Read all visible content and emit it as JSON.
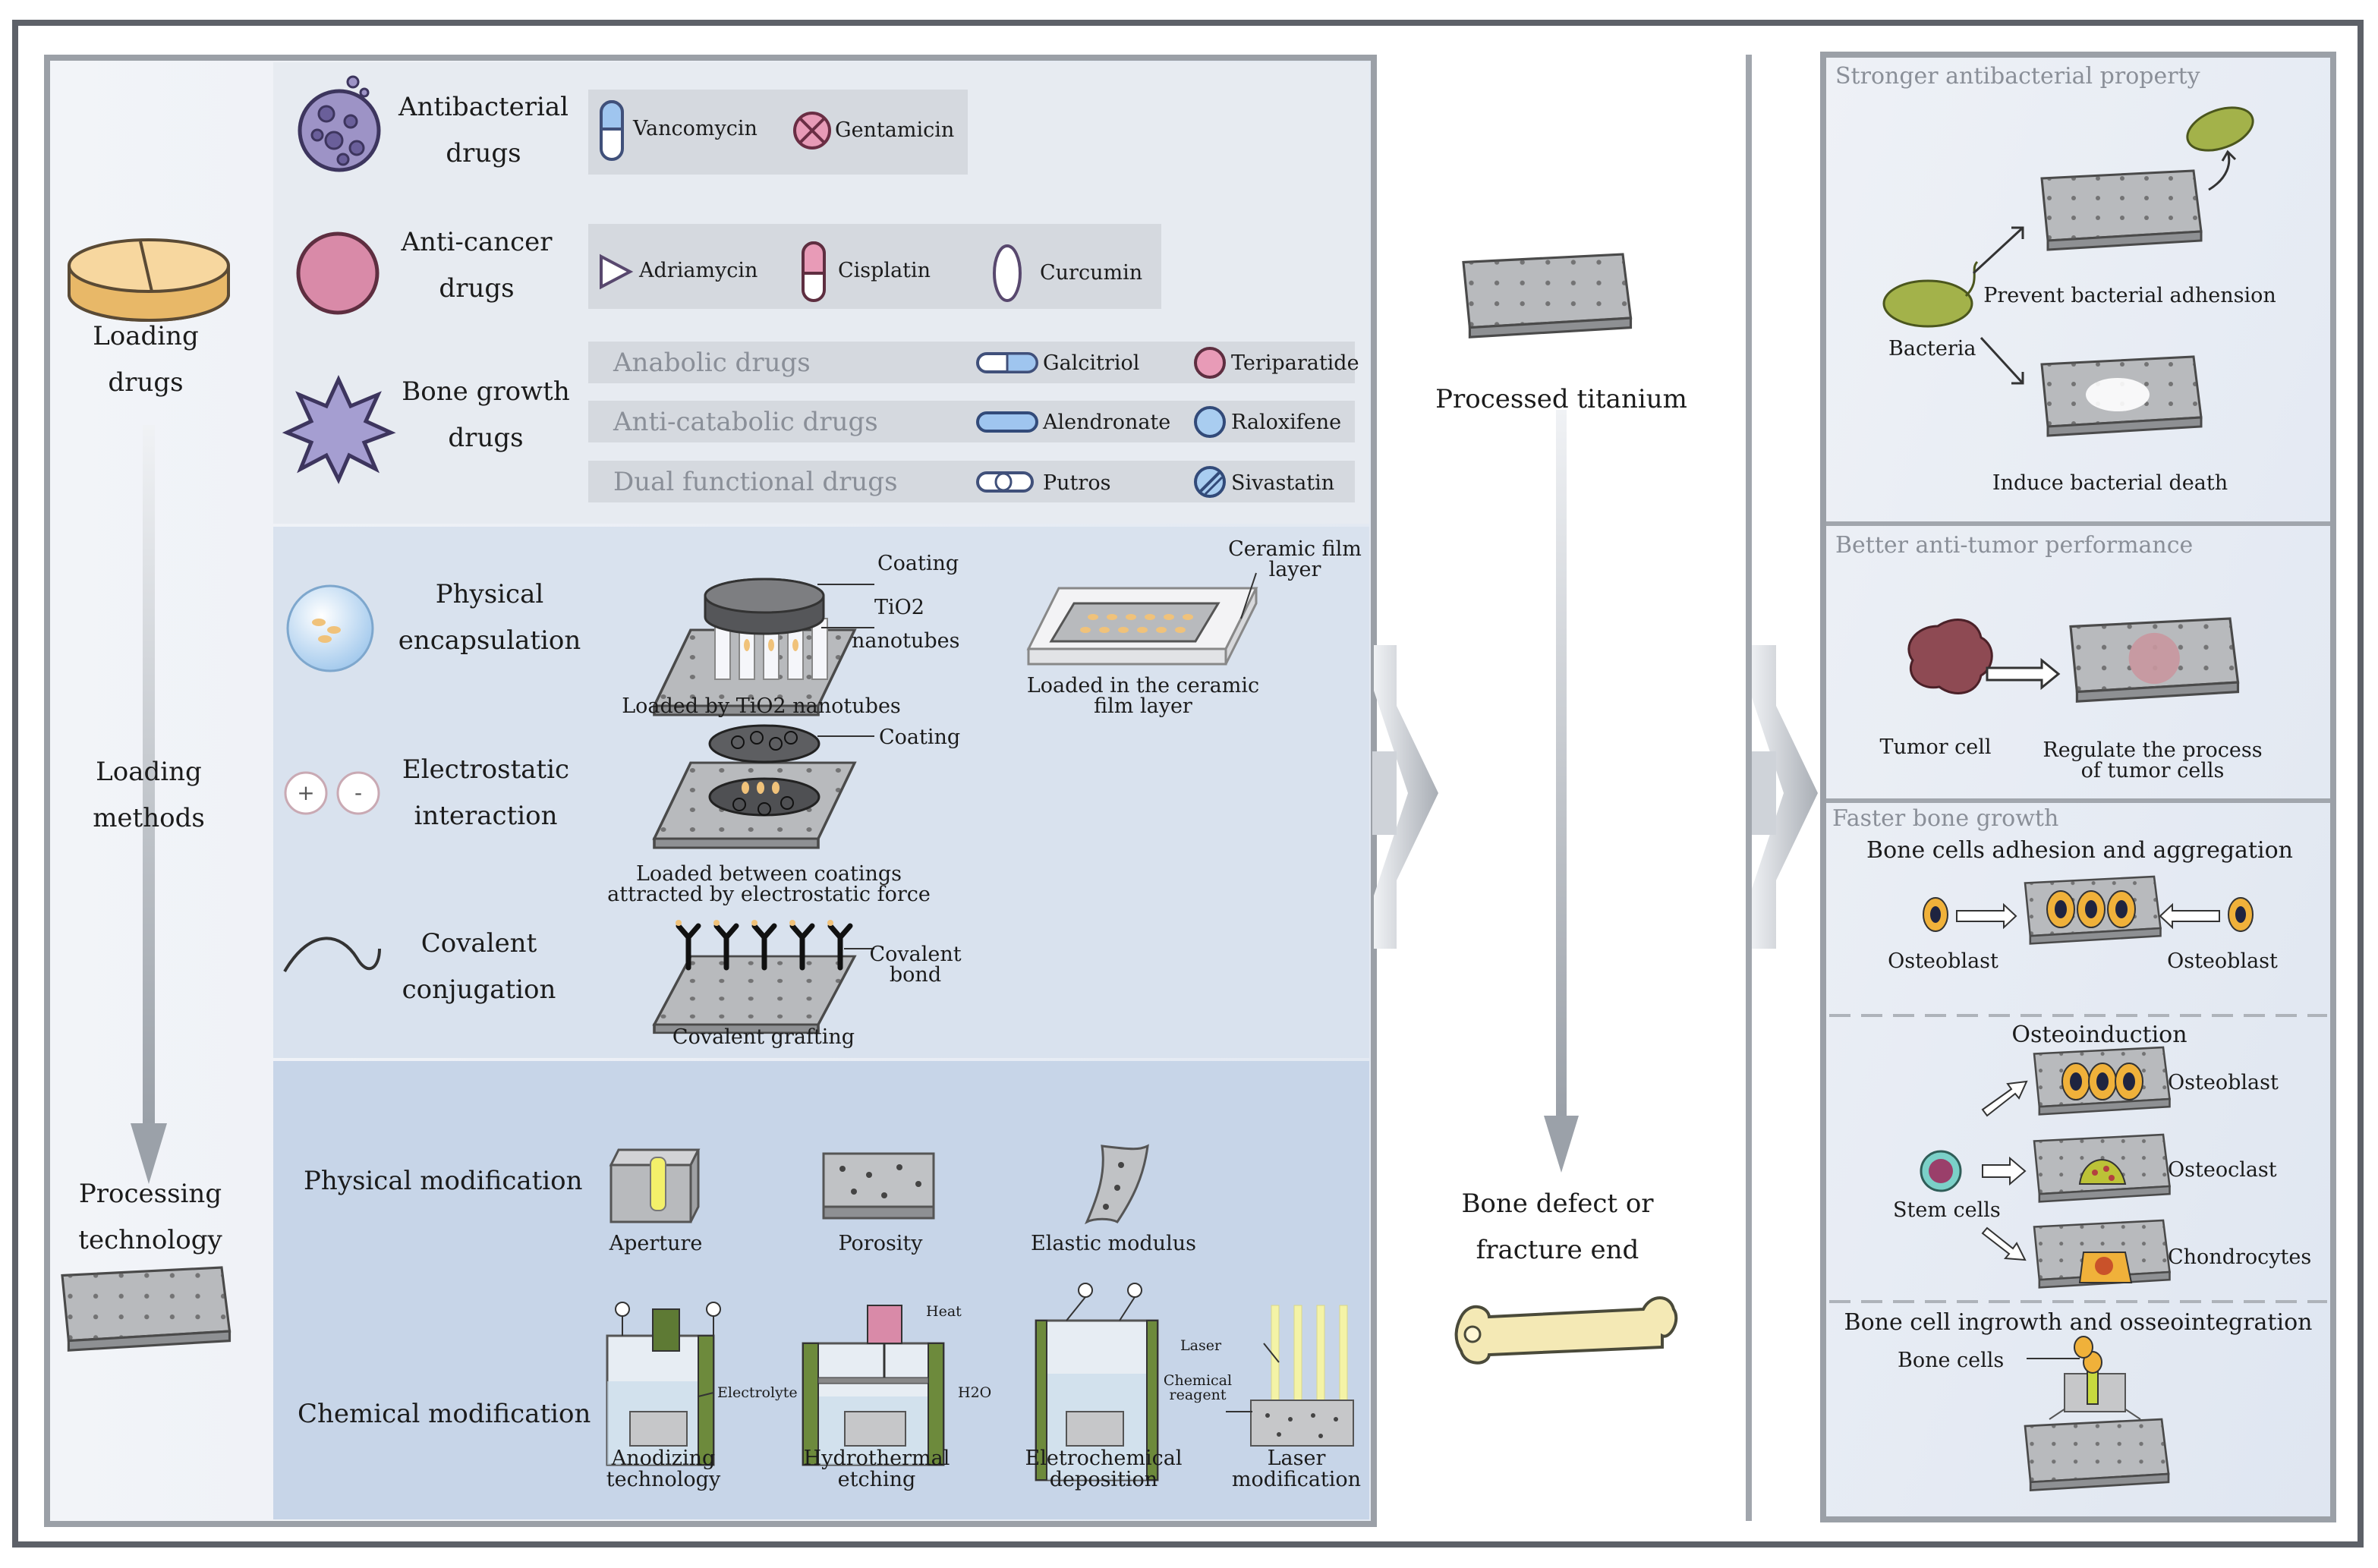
{
  "colors": {
    "frame": "#8f949b",
    "panel_light": "#e9edf3",
    "panel_mid": "#d9e2ee",
    "panel_dark": "#c6d4e8",
    "titanium": "#b7b9bc",
    "drug_purple": "#8c83b8",
    "drug_pink": "#d98aa8",
    "drug_blue": "#a9cdf0",
    "bacteria_green": "#a3b24a",
    "tumor_red": "#8e4a53",
    "cell_orange": "#e8a62a"
  },
  "left": {
    "loading_drugs": [
      "Loading",
      "drugs"
    ],
    "loading_methods": [
      "Loading",
      "methods"
    ],
    "processing_technology": [
      "Processing",
      "technology"
    ]
  },
  "drugs": {
    "antibacterial": {
      "label": [
        "Antibacterial",
        "drugs"
      ],
      "items": [
        "Vancomycin",
        "Gentamicin"
      ]
    },
    "anticancer": {
      "label": [
        "Anti-cancer",
        "drugs"
      ],
      "items": [
        "Adriamycin",
        "Cisplatin",
        "Curcumin"
      ]
    },
    "bone_growth": {
      "label": [
        "Bone growth",
        "drugs"
      ],
      "rows": [
        {
          "category": "Anabolic drugs",
          "drugs": [
            "Galcitriol",
            "Teriparatide"
          ]
        },
        {
          "category": "Anti-catabolic drugs",
          "drugs": [
            "Alendronate",
            "Raloxifene"
          ]
        },
        {
          "category": "Dual functional drugs",
          "drugs": [
            "Putros",
            "Sivastatin"
          ]
        }
      ]
    }
  },
  "methods": {
    "physical": {
      "label": [
        "Physical",
        "encapsulation"
      ],
      "coating": "Coating",
      "tio2": [
        "TiO2",
        "nanotubes"
      ],
      "loaded_tio2": "Loaded by TiO2 nanotubes",
      "ceramic_label": [
        "Ceramic film",
        "layer"
      ],
      "ceramic_caption": [
        "Loaded in the ceramic",
        "film layer"
      ]
    },
    "electrostatic": {
      "label": [
        "Electrostatic",
        "interaction"
      ],
      "coating": "Coating",
      "caption": [
        "Loaded between coatings",
        "attracted by electrostatic force"
      ]
    },
    "covalent": {
      "label": [
        "Covalent",
        "conjugation"
      ],
      "bond": [
        "Covalent",
        "bond"
      ],
      "caption": "Covalent grafting"
    }
  },
  "processing": {
    "physical": {
      "label": "Physical modification",
      "items": [
        "Aperture",
        "Porosity",
        "Elastic modulus"
      ]
    },
    "chemical": {
      "label": "Chemical modification",
      "electrolyte": "Electrolyte",
      "heat": "Heat",
      "h2o": "H2O",
      "laser": "Laser",
      "chem_reagent": [
        "Chemical",
        "reagent"
      ],
      "items": [
        [
          "Anodizing",
          "technology"
        ],
        [
          "Hydrothermal",
          "etching"
        ],
        [
          "Eletrochemical",
          "deposition"
        ],
        [
          "Laser",
          "modification"
        ]
      ]
    }
  },
  "middle": {
    "processed_titanium": "Processed titanium",
    "bone_defect": [
      "Bone defect or",
      "fracture end"
    ]
  },
  "right": {
    "antibacterial": {
      "title": "Stronger antibacterial property",
      "bacteria": "Bacteria",
      "prevent": "Prevent bacterial adhension",
      "induce": "Induce bacterial death"
    },
    "antitumor": {
      "title": "Better anti-tumor performance",
      "tumor_cell": "Tumor cell",
      "regulate": [
        "Regulate the process",
        "of tumor cells"
      ]
    },
    "bone": {
      "title": "Faster bone growth",
      "adhesion_title": "Bone cells adhesion and aggregation",
      "osteoblast_left": "Osteoblast",
      "osteoblast_right": "Osteoblast",
      "osteoinduction_title": "Osteoinduction",
      "stem_cells": "Stem cells",
      "osteoblast": "Osteoblast",
      "osteoclast": "Osteoclast",
      "chondrocytes": "Chondrocytes",
      "ingrowth_title": "Bone cell ingrowth and osseointegration",
      "bone_cells": "Bone cells"
    }
  }
}
